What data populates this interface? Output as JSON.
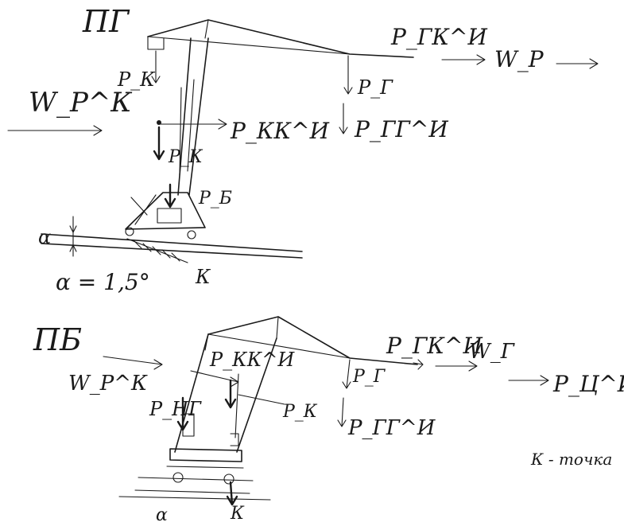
{
  "top": {
    "case_label": "ПГ",
    "labels": {
      "p_gk_inertia": "P_ГК^И",
      "w_r": "W_Р",
      "p_k": "P_К",
      "w_r_k": "W_Р^К",
      "p_g": "P_Г",
      "p_kk_inertia": "P_КК^И",
      "p_gg_inertia": "P_ГГ^И",
      "p_k2": "P_К",
      "p_b": "P_Б",
      "alpha": "α",
      "point_k": "К",
      "alpha_value": "α = 1,5°"
    }
  },
  "bottom": {
    "case_label": "ПБ",
    "labels": {
      "p_gk_inertia": "P_ГК^И",
      "w_g": "W_Г",
      "p_c_inertia": "P_Ц^И",
      "p_kk_inertia": "P_КК^И",
      "w_r_k": "W_Р^К",
      "p_g": "P_Г",
      "p_ng": "P_НГ",
      "p_k": "P_К",
      "p_gg_inertia": "P_ГГ^И",
      "k_point_note": "К - точка",
      "alpha": "α",
      "point_k": "К"
    }
  }
}
